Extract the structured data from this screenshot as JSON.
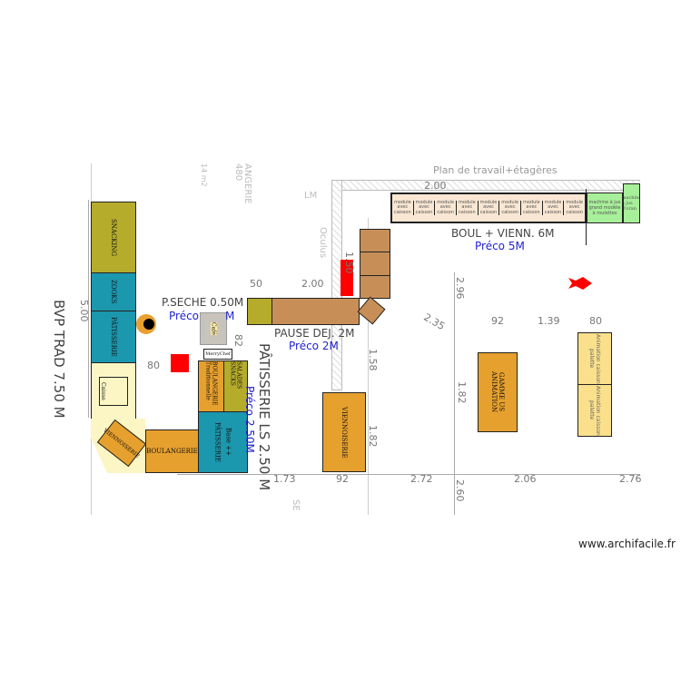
{
  "background_labels": {
    "angerie": "ANGERIE",
    "n480": "480",
    "area": "14 m2",
    "lm": "LM",
    "oculus": "Oculus",
    "plan_travail": "Plan de travail+étagères",
    "se": "SE"
  },
  "blocks": {
    "snacking": "SNACKING",
    "zooks": "ZOOKS",
    "patisserie_left": "PÂTISSERIE",
    "caisse": "Caisse",
    "viennoiserie_corner": "VIENNOISERIE",
    "boulangerie": "BOULANGERIE",
    "boulangerie_trad": "BOULANGERIE Traditionnelle",
    "salades": "SALADES SNACKS",
    "patisserie_base": "PÂTISSERIE",
    "patisserie_base_sub": "Base ++",
    "merrychef": "MerryChef",
    "cafe": "Café",
    "viennoiserie": "VIENNOISERIE",
    "gamme_us": "GAMME US ANIMATION",
    "animation_palette": [
      "Animation caisson palette",
      "Animation caisson palette"
    ],
    "modules": [
      "module avec caisson",
      "module avec caisson",
      "module avec caisson",
      "module avec caisson",
      "module avec caisson",
      "module avec caisson",
      "module avec caisson",
      "module avec caisson",
      "module avec caisson"
    ],
    "machine_jus": "machine à jus grand modèle à roulettes",
    "machine_jus_2": "machine à jus d'oran"
  },
  "labels": {
    "bvp_trad": "BVP TRAD 7.50 M",
    "p_seche": "P.SECHE 0.50M",
    "p_seche_preco_a": "Préco",
    "p_seche_preco_b": "M",
    "pause_dej": "PAUSE DEJ. 2M",
    "pause_dej_preco": "Préco 2M",
    "boul_vienn": "BOUL + VIENN. 6M",
    "boul_vienn_preco": "Préco 5M",
    "patisserie_ls": "PÂTISSERIE LS 2.50 M",
    "patisserie_preco": "Préco 2.50M"
  },
  "dimensions": {
    "d500": "5.00",
    "d200_top": "2.00",
    "d50": "50",
    "d200_pause": "2.00",
    "d150": "1.50",
    "d296": "2.96",
    "d235": "2.35",
    "d92_top": "92",
    "d139": "1.39",
    "d80_top": "80",
    "d82": "82",
    "d80_left": "80",
    "d158": "1.58",
    "d182_a": "1.82",
    "d182_b": "1.82",
    "d173": "1.73",
    "d92_bottom": "92",
    "d272": "2.72",
    "d260": "2.60",
    "d206": "2.06",
    "d276": "2.76"
  },
  "colors": {
    "olive": "#b5ac2c",
    "teal": "#1b97ae",
    "orange": "#e6a02e",
    "brown": "#c78f57",
    "green": "#a8ef9a",
    "red": "#ff0000",
    "preco_text": "#2323d0"
  },
  "icons": [
    "person-icon",
    "red-arrow-icon",
    "cash-register-icon"
  ],
  "watermark": "www.archifacile.fr"
}
